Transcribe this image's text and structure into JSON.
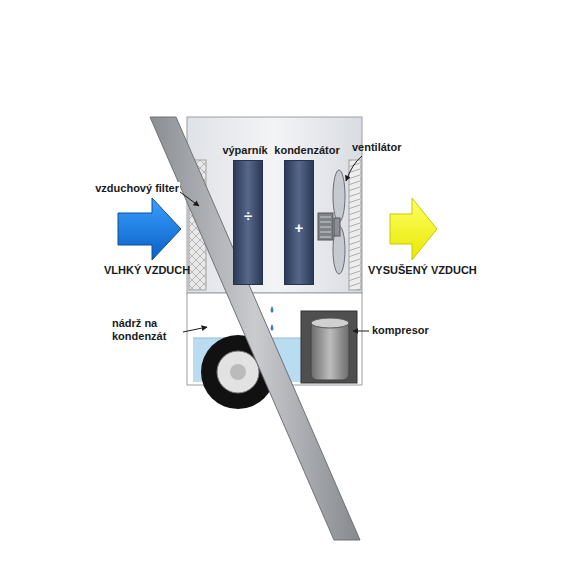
{
  "diagram": {
    "nodes": [
      {
        "text": [
          "výparník",
          "÷"
        ]
      },
      {
        "text": [
          "kondenzátor",
          "+"
        ]
      }
    ],
    "labels": [
      "ventilátor",
      "vzduchový filter",
      "VLHKÝ VZDUCH",
      "VYSUŠENÝ VZDUCH",
      "nádrž na kondenzát",
      "kompresor"
    ]
  }
}
